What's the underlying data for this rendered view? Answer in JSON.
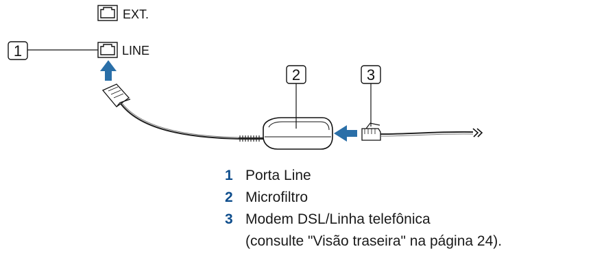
{
  "diagram": {
    "ports": {
      "ext_label": "EXT.",
      "line_label": "LINE"
    },
    "callouts": [
      "1",
      "2",
      "3"
    ],
    "colors": {
      "arrow": "#2a6fa8",
      "legend_number": "#0e4d8c",
      "outline": "#111111"
    }
  },
  "legend": {
    "items": [
      {
        "number": "1",
        "text": "Porta Line"
      },
      {
        "number": "2",
        "text": "Microfiltro"
      },
      {
        "number": "3",
        "text": "Modem DSL/Linha telefônica"
      }
    ],
    "continuation": "(consulte \"Visão traseira\" na página 24)."
  }
}
